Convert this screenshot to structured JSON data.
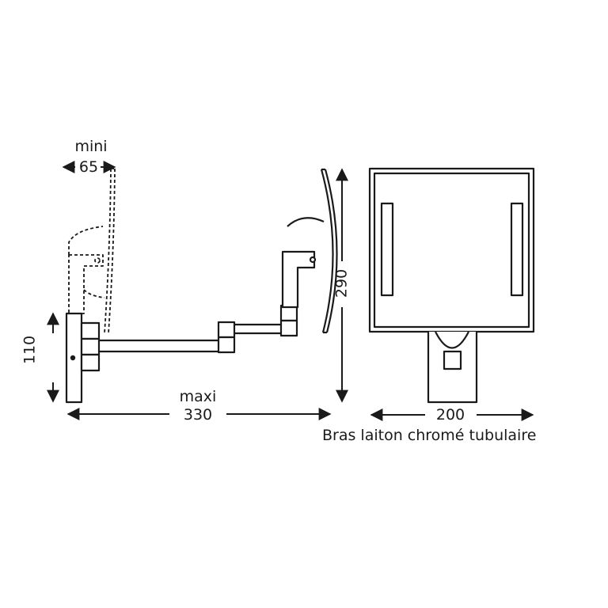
{
  "dimensions": {
    "mini_label": "mini",
    "mini_value": "65",
    "maxi_label": "maxi",
    "maxi_value": "330",
    "wall_plate_height": "110",
    "mirror_height": "290",
    "mirror_width": "200"
  },
  "caption": "Bras laiton chromé tubulaire",
  "colors": {
    "line": "#1a1a1a",
    "background": "#ffffff"
  }
}
